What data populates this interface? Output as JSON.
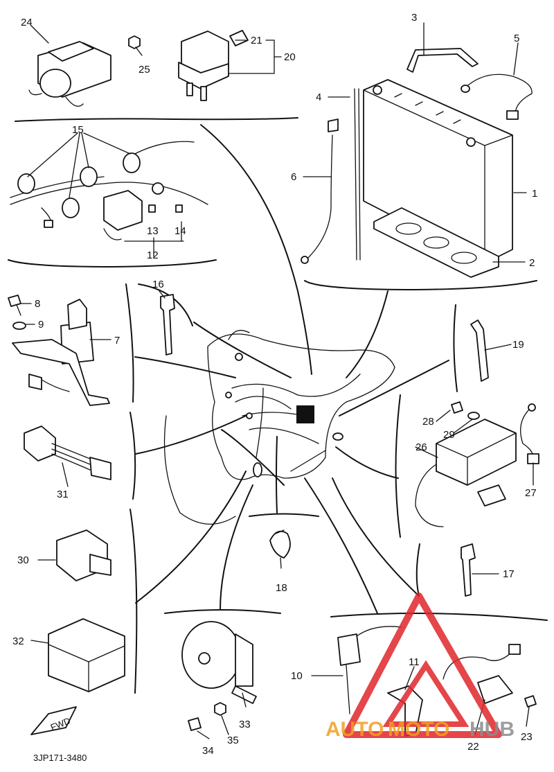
{
  "diagram": {
    "code": "3JP171-3480",
    "fwd_label": "FWD",
    "callouts": {
      "c1": "1",
      "c2": "2",
      "c3": "3",
      "c4": "4",
      "c5": "5",
      "c6": "6",
      "c7": "7",
      "c8": "8",
      "c9": "9",
      "c10": "10",
      "c11": "11",
      "c12": "12",
      "c13": "13",
      "c14": "14",
      "c15": "15",
      "c16": "16",
      "c17": "17",
      "c18": "18",
      "c19": "19",
      "c20": "20",
      "c21": "21",
      "c22": "22",
      "c23": "23",
      "c24": "24",
      "c25": "25",
      "c26": "26",
      "c27": "27",
      "c28": "28",
      "c29": "29",
      "c30": "30",
      "c31": "31",
      "c32": "32",
      "c33": "33",
      "c34": "34",
      "c35": "35"
    }
  },
  "watermark": {
    "auto": "AUTO",
    "moto": "MOTO",
    "hub": "HUB",
    "colors": {
      "red": "#e0262b",
      "orange": "#f0a020",
      "gray": "#8c8c8c"
    }
  }
}
